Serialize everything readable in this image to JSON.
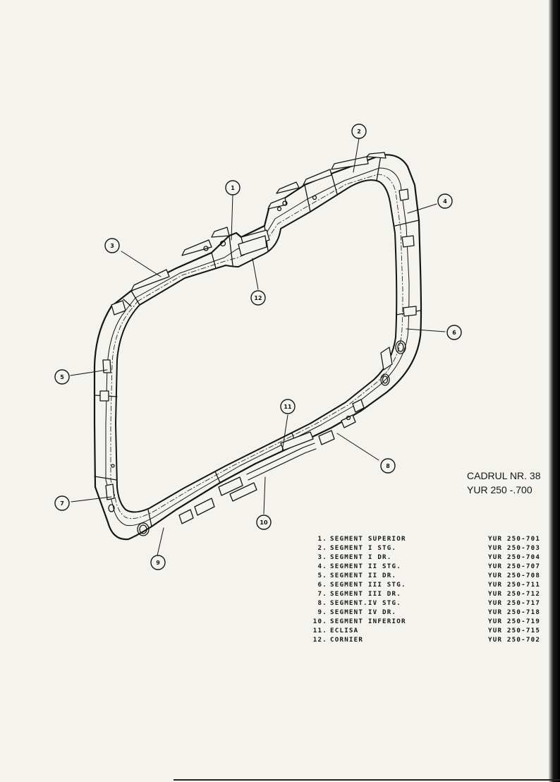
{
  "title": {
    "line1": "CADRUL NR. 38",
    "line2": "YUR 250 -.700"
  },
  "callouts": [
    "1",
    "2",
    "3",
    "4",
    "5",
    "6",
    "7",
    "8",
    "9",
    "10",
    "11",
    "12"
  ],
  "parts": [
    {
      "num": "1.",
      "name": "SEGMENT SUPERIOR",
      "code": "YUR 250-701"
    },
    {
      "num": "2.",
      "name": "SEGMENT I STG.",
      "code": "YUR 250-703"
    },
    {
      "num": "3.",
      "name": "SEGMENT I DR.",
      "code": "YUR 250-704"
    },
    {
      "num": "4.",
      "name": "SEGMENT II STG.",
      "code": "YUR 250-707"
    },
    {
      "num": "5.",
      "name": "SEGMENT II DR.",
      "code": "YUR 250-708"
    },
    {
      "num": "6.",
      "name": "SEGMENT III STG.",
      "code": "YUR 250-711"
    },
    {
      "num": "7.",
      "name": "SEGMENT III DR.",
      "code": "YUR 250-712"
    },
    {
      "num": "8.",
      "name": "SEGMENT.IV STG.",
      "code": "YUR 250-717"
    },
    {
      "num": "9.",
      "name": "SEGMENT IV DR.",
      "code": "YUR 250-718"
    },
    {
      "num": "10.",
      "name": "SEGMENT INFERIOR",
      "code": "YUR 250-719"
    },
    {
      "num": "11.",
      "name": "ECLISA",
      "code": "YUR 250-715"
    },
    {
      "num": "12.",
      "name": "CORNIER",
      "code": "YUR 250-702"
    }
  ]
}
